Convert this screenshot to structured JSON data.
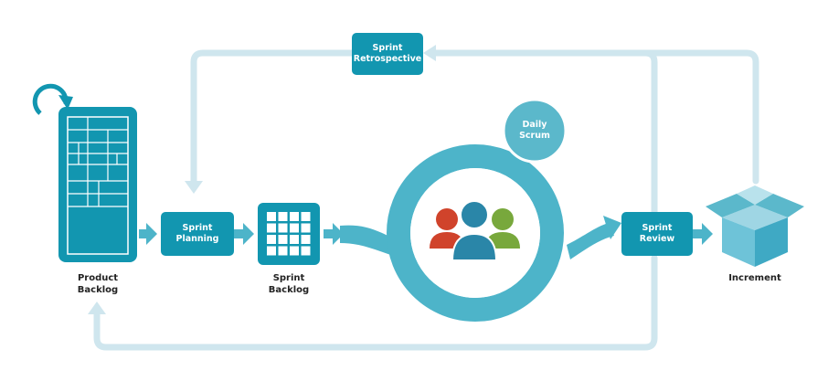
{
  "colors": {
    "teal": "#1296b0",
    "teal_dark": "#0d7f98",
    "ring": "#4db4c9",
    "loop": "#cfe6ee",
    "scrum_bubble": "#5bb8cb",
    "person_red": "#d0432b",
    "person_blue": "#2a86a8",
    "person_green": "#78a83c",
    "increment": "#6ec3d8"
  },
  "icons": {
    "refresh": "refresh-icon",
    "team": "team-icon",
    "box": "box-icon"
  },
  "nodes": {
    "product_backlog": "Product\nBacklog",
    "sprint_planning": "Sprint\nPlanning",
    "sprint_backlog": "Sprint\nBacklog",
    "daily_scrum": "Daily\nScrum",
    "sprint_review": "Sprint\nReview",
    "sprint_retrospective": "Sprint\nRetrospective",
    "increment": "Increment"
  }
}
